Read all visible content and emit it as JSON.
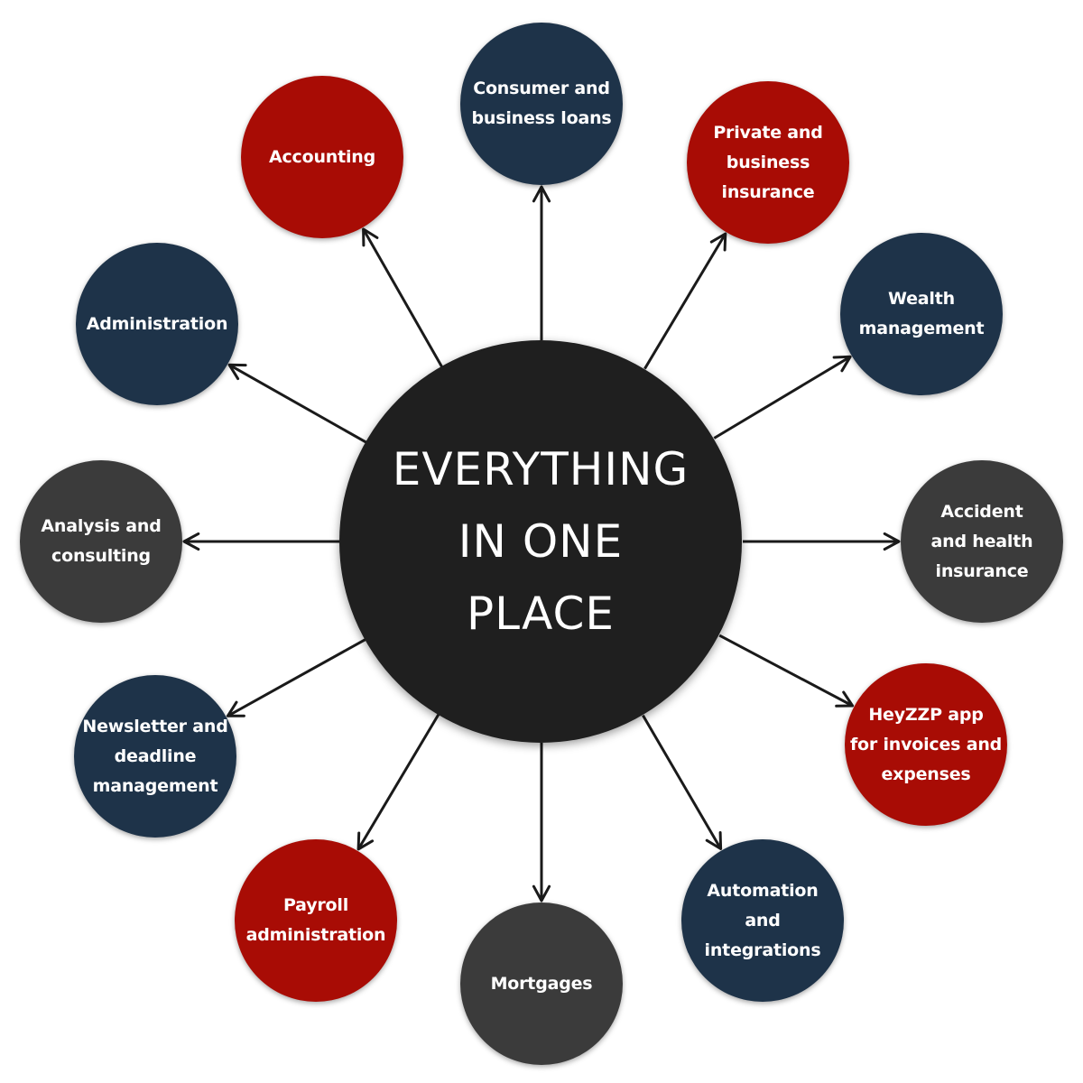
{
  "center": {
    "label": "EVERYTHING\nIN ONE\nPLACE",
    "color": "#1f1f1f"
  },
  "colors": {
    "red": "#a80c05",
    "navy": "#1e3349",
    "gray": "#3b3b3b",
    "arrow": "#1a1a1a"
  },
  "nodes": [
    {
      "id": "consumer-business-loans",
      "label": "Consumer and\nbusiness loans",
      "color": "navy"
    },
    {
      "id": "private-business-insurance",
      "label": "Private and\nbusiness\ninsurance",
      "color": "red"
    },
    {
      "id": "wealth-management",
      "label": "Wealth\nmanagement",
      "color": "navy"
    },
    {
      "id": "accident-health-insurance",
      "label": "Accident\nand health\ninsurance",
      "color": "gray"
    },
    {
      "id": "heyzzp-app",
      "label": "HeyZZP app\nfor invoices and\nexpenses",
      "color": "red"
    },
    {
      "id": "automation-integrations",
      "label": "Automation\nand\nintegrations",
      "color": "navy"
    },
    {
      "id": "mortgages",
      "label": "Mortgages",
      "color": "gray"
    },
    {
      "id": "payroll-administration",
      "label": "Payroll\nadministration",
      "color": "red"
    },
    {
      "id": "newsletter-deadline-management",
      "label": "Newsletter and\ndeadline\nmanagement",
      "color": "navy"
    },
    {
      "id": "analysis-consulting",
      "label": "Analysis and\nconsulting",
      "color": "gray"
    },
    {
      "id": "administration",
      "label": "Administration",
      "color": "navy"
    },
    {
      "id": "accounting",
      "label": "Accounting",
      "color": "red"
    }
  ]
}
